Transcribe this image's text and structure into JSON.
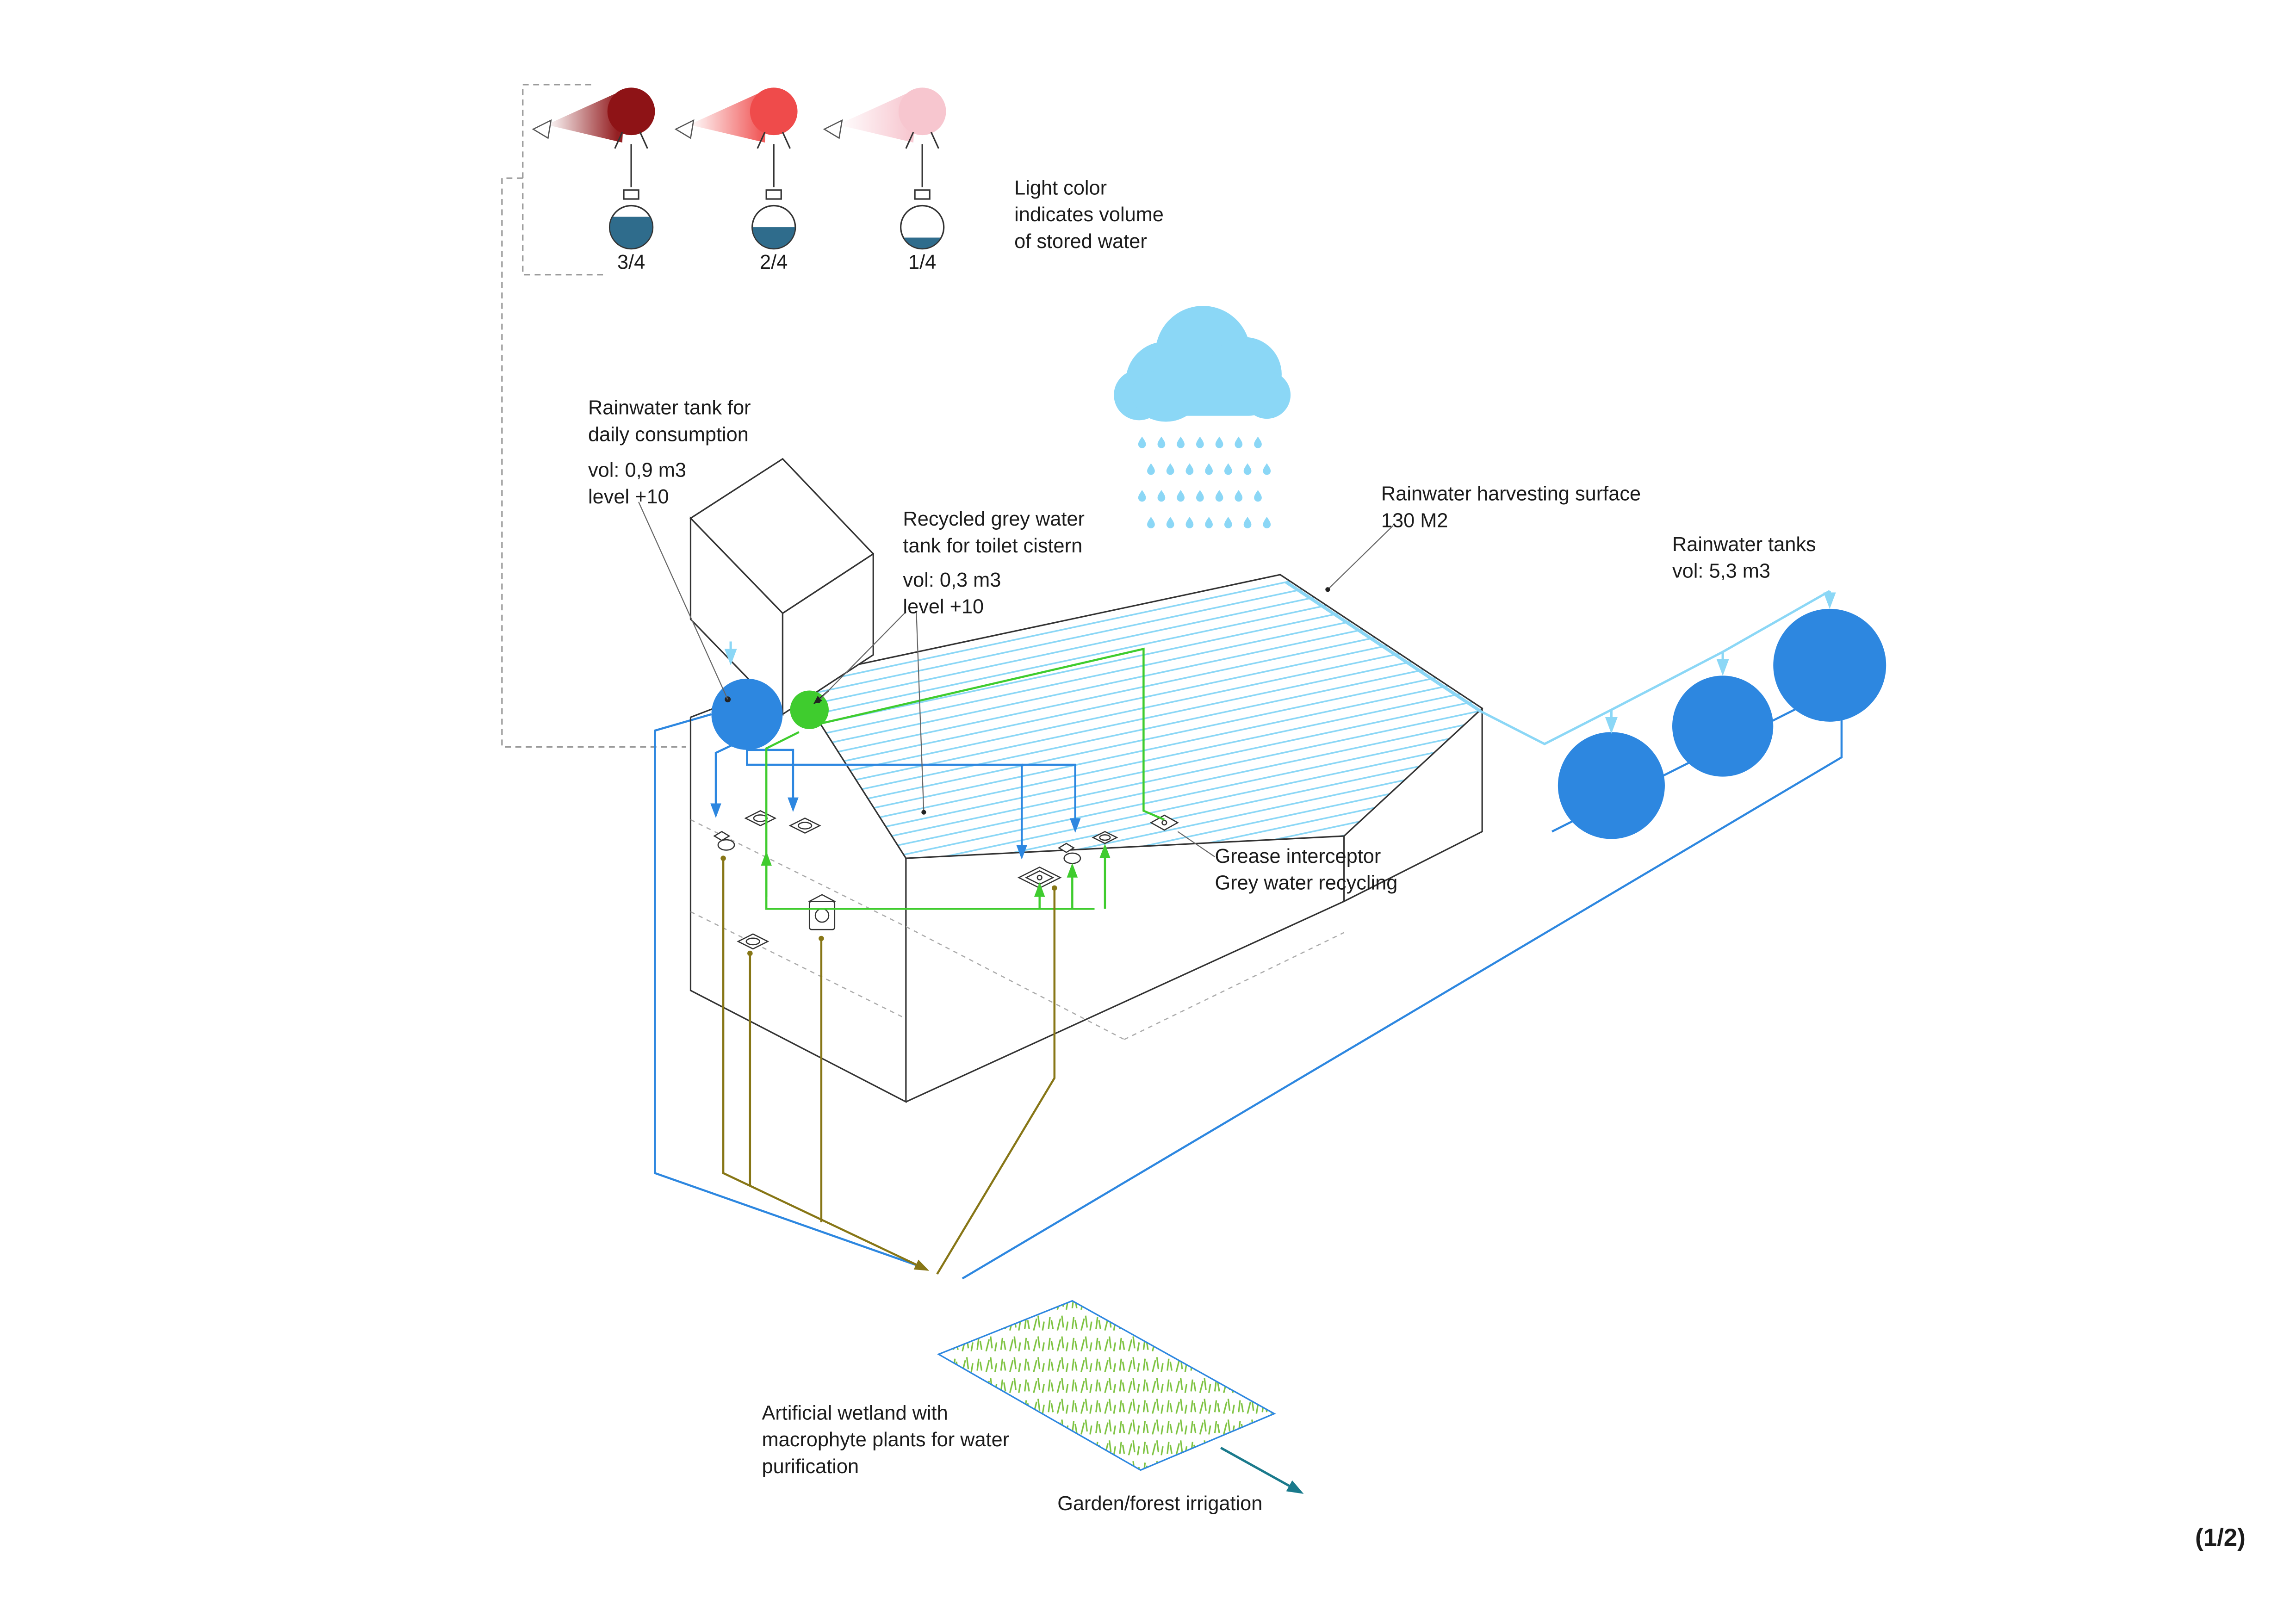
{
  "colors": {
    "lightblue": "#8BD7F6",
    "blue": "#2D87E0",
    "green": "#3FCC2E",
    "olive": "#877616",
    "teal": "#1A7A8C",
    "water": "#2F6C8C",
    "grass": "#7CC23F",
    "lamp-full": "#8E1316",
    "lamp-half": "#EF4B4B",
    "lamp-low": "#F7C6CF"
  },
  "legend": {
    "caption": "Light color\nindicates volume\nof stored water",
    "fractions": [
      "3/4",
      "2/4",
      "1/4"
    ]
  },
  "annotations": {
    "rainwater_tank_title": "Rainwater tank for\ndaily consumption",
    "rainwater_tank_detail": "vol: 0,9 m3\nlevel +10",
    "greywater_tank_title": "Recycled grey water\ntank for toilet cistern",
    "greywater_tank_detail": "vol: 0,3 m3\nlevel +10",
    "harvesting_surface": "Rainwater harvesting surface\n130 M2",
    "rainwater_tanks": "Rainwater tanks\nvol: 5,3 m3",
    "grease_interceptor": "Grease interceptor\nGrey water recycling",
    "wetland": "Artificial wetland with\nmacrophyte plants for water\npurification",
    "irrigation": "Garden/forest irrigation"
  },
  "page": {
    "sheet_label": "(1/2)"
  }
}
